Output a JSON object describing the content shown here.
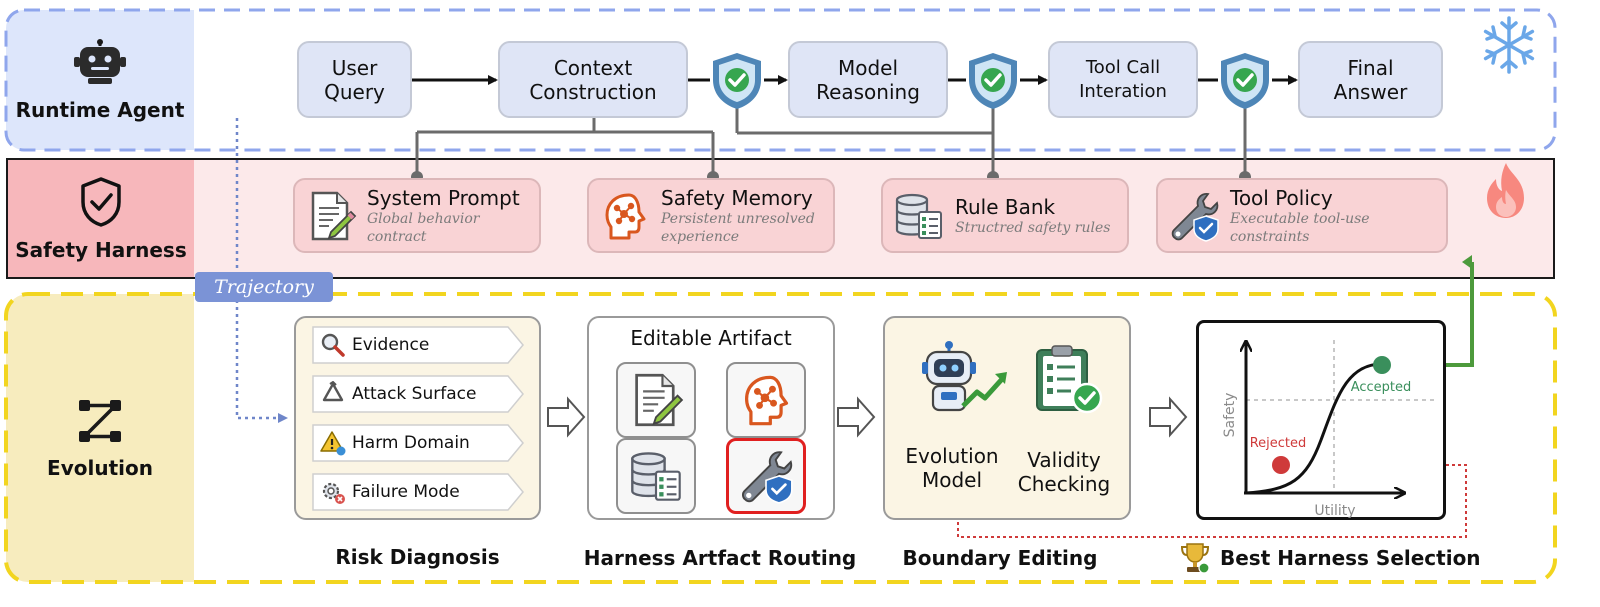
{
  "bands": {
    "runtime": {
      "label": "Runtime Agent",
      "icon": "robot-icon"
    },
    "harness": {
      "label": "Safety Harness",
      "icon": "shield-check-icon"
    },
    "evolution": {
      "label": "Evolution",
      "icon": "workflow-icon"
    }
  },
  "pipeline": [
    {
      "label": "User\nQuery"
    },
    {
      "label": "Context\nConstruction"
    },
    {
      "label": "Model\nReasoning"
    },
    {
      "label": "Tool Call\nInteration"
    },
    {
      "label": "Final\nAnswer"
    }
  ],
  "harness_items": [
    {
      "title": "System Prompt",
      "subtitle": "Global behavior contract",
      "icon": "document-pencil-icon"
    },
    {
      "title": "Safety Memory",
      "subtitle": "Persistent unresolved experience",
      "icon": "brain-head-icon"
    },
    {
      "title": "Rule Bank",
      "subtitle": "Structred  safety rules",
      "icon": "database-list-icon"
    },
    {
      "title": "Tool Policy",
      "subtitle": "Executable tool-use constraints",
      "icon": "wrench-shield-icon"
    }
  ],
  "trajectory_label": "Trajectory",
  "risk_diagnosis": {
    "items": [
      {
        "label": "Evidence",
        "icon": "magnifier-icon"
      },
      {
        "label": "Attack Surface",
        "icon": "recycle-icon"
      },
      {
        "label": "Harm Domain",
        "icon": "warning-icon"
      },
      {
        "label": "Failure Mode",
        "icon": "gear-error-icon"
      }
    ],
    "caption": "Risk Diagnosis"
  },
  "routing": {
    "title": "Editable Artifact",
    "caption": "Harness Artfact Routing"
  },
  "editing": {
    "evolution_label": "Evolution\nModel",
    "validity_label": "Validity\nChecking",
    "caption": "Boundary Editing"
  },
  "selection": {
    "caption": "Best Harness Selection",
    "xlabel": "Utility",
    "ylabel": "Safety",
    "accepted_label": "Accepted",
    "rejected_label": "Rejected"
  },
  "colors": {
    "runtime_bg": "#dde6fb",
    "runtime_border": "#8fa6ec",
    "harness_bg": "#fce9ea",
    "harness_label_bg": "#f7b7bb",
    "evolution_label_bg": "#f7ecbe",
    "evolution_border": "#f2d51f",
    "accepted": "#3a8f5c",
    "rejected": "#cf3a3a",
    "arrow_green": "#4d9a3c",
    "shield_blue": "#4e86b7",
    "check_green": "#36a64f",
    "trajectory_tag": "#7b93d6"
  }
}
